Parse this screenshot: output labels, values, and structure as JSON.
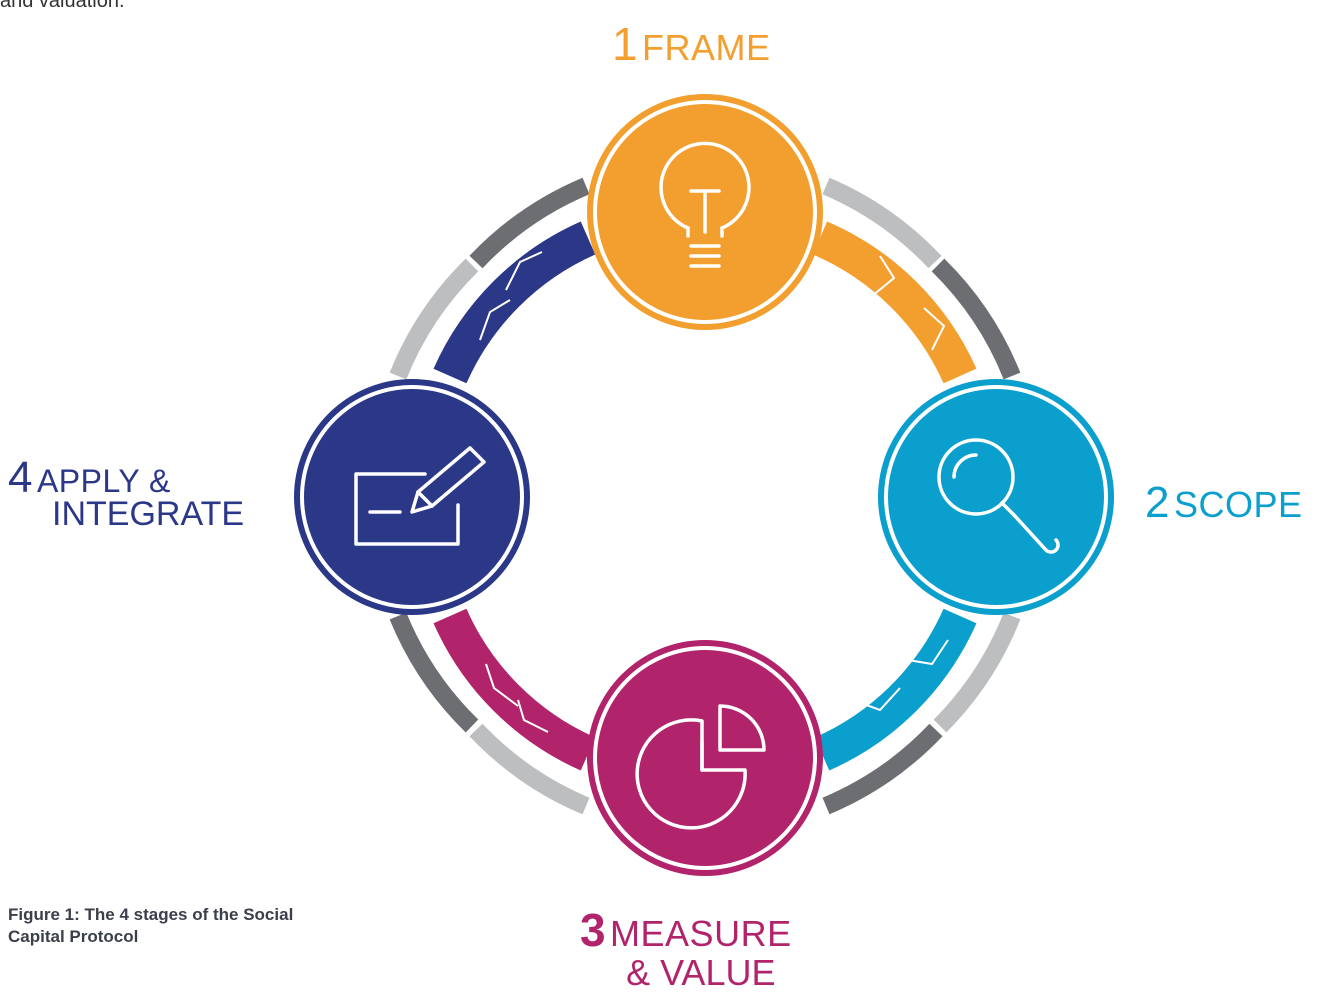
{
  "intro_fragment": "and valuation.",
  "stages": [
    {
      "number": "1",
      "label": "FRAME",
      "color": "#f39f2f",
      "icon": "lightbulb-icon"
    },
    {
      "number": "2",
      "label": "SCOPE",
      "color": "#0b9fcd",
      "icon": "magnifier-icon"
    },
    {
      "number": "3",
      "label_line1": "MEASURE",
      "label_line2": "& VALUE",
      "color": "#b1246c",
      "icon": "pie-chart-icon"
    },
    {
      "number": "4",
      "label_line1": "APPLY &",
      "label_line2": "INTEGRATE",
      "color": "#2b3787",
      "icon": "edit-icon"
    }
  ],
  "ring_colors": {
    "outer_dark": "#6d6e71",
    "outer_light": "#bcbec0"
  },
  "caption": "Figure 1: The 4 stages of the Social Capital Protocol"
}
